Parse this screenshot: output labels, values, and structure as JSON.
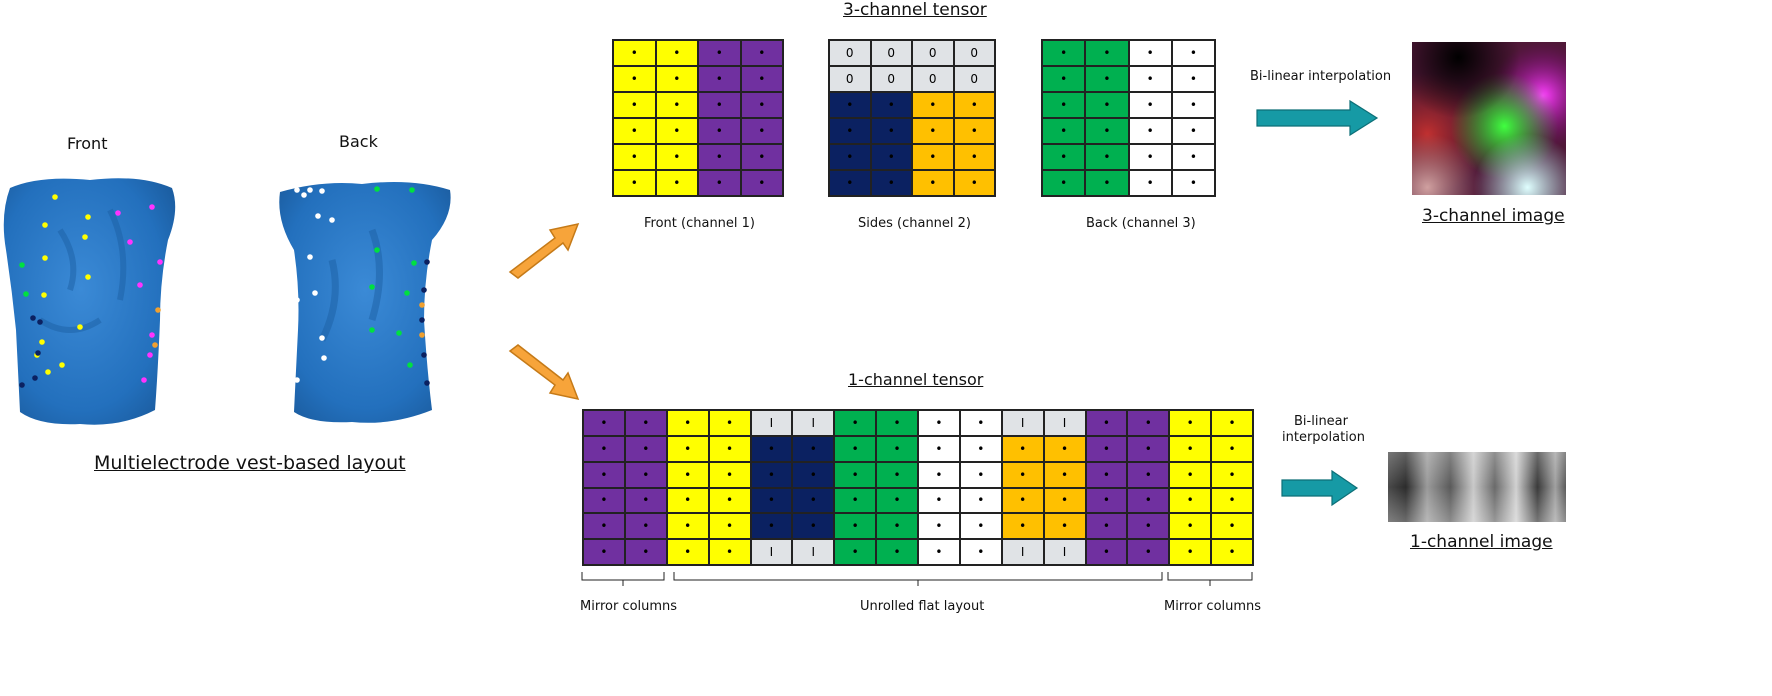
{
  "colors": {
    "yellow": "#ffff00",
    "purple": "#7030a0",
    "navy": "#0b2161",
    "orange": "#ffc000",
    "green": "#00b050",
    "white": "#ffffff",
    "gray": "#e0e3e6",
    "torso": "#2a78c2",
    "arrow_orange": "#f7a43a",
    "arrow_teal": "#169aa5"
  },
  "left": {
    "front_label": "Front",
    "back_label": "Back",
    "caption": "Multielectrode vest-based layout"
  },
  "top": {
    "title": "3-channel tensor",
    "channel1_label": "Front (channel 1)",
    "channel2_label": "Sides (channel 2)",
    "channel3_label": "Back (channel 3)",
    "interp_label": "Bi-linear interpolation",
    "image_caption": "3-channel image",
    "zero_text": "0",
    "dot_text": "•",
    "channel1_rows": [
      [
        "yellow",
        "yellow",
        "purple",
        "purple"
      ],
      [
        "yellow",
        "yellow",
        "purple",
        "purple"
      ],
      [
        "yellow",
        "yellow",
        "purple",
        "purple"
      ],
      [
        "yellow",
        "yellow",
        "purple",
        "purple"
      ],
      [
        "yellow",
        "yellow",
        "purple",
        "purple"
      ],
      [
        "yellow",
        "yellow",
        "purple",
        "purple"
      ]
    ],
    "channel2_rows": [
      [
        "gray0",
        "gray0",
        "gray0",
        "gray0"
      ],
      [
        "gray0",
        "gray0",
        "gray0",
        "gray0"
      ],
      [
        "navy",
        "navy",
        "orange",
        "orange"
      ],
      [
        "navy",
        "navy",
        "orange",
        "orange"
      ],
      [
        "navy",
        "navy",
        "orange",
        "orange"
      ],
      [
        "navy",
        "navy",
        "orange",
        "orange"
      ]
    ],
    "channel3_rows": [
      [
        "green",
        "green",
        "white",
        "white"
      ],
      [
        "green",
        "green",
        "white",
        "white"
      ],
      [
        "green",
        "green",
        "white",
        "white"
      ],
      [
        "green",
        "green",
        "white",
        "white"
      ],
      [
        "green",
        "green",
        "white",
        "white"
      ],
      [
        "green",
        "green",
        "white",
        "white"
      ]
    ]
  },
  "bottom": {
    "title": "1-channel tensor",
    "interp_label_line1": "Bi-linear",
    "interp_label_line2": "interpolation",
    "image_caption": "1-channel image",
    "brace_left_label": "Mirror columns",
    "brace_mid_label": "Unrolled flat layout",
    "brace_right_label": "Mirror columns",
    "bar_text": "I",
    "column_colors": [
      "purple",
      "purple",
      "yellow",
      "yellow",
      "navy",
      "navy",
      "green",
      "green",
      "white",
      "white",
      "orange",
      "orange",
      "purple",
      "purple",
      "yellow",
      "yellow"
    ],
    "gray_bar_columns": [
      4,
      5,
      10,
      11
    ],
    "gray_bar_rows": [
      0,
      5
    ]
  }
}
